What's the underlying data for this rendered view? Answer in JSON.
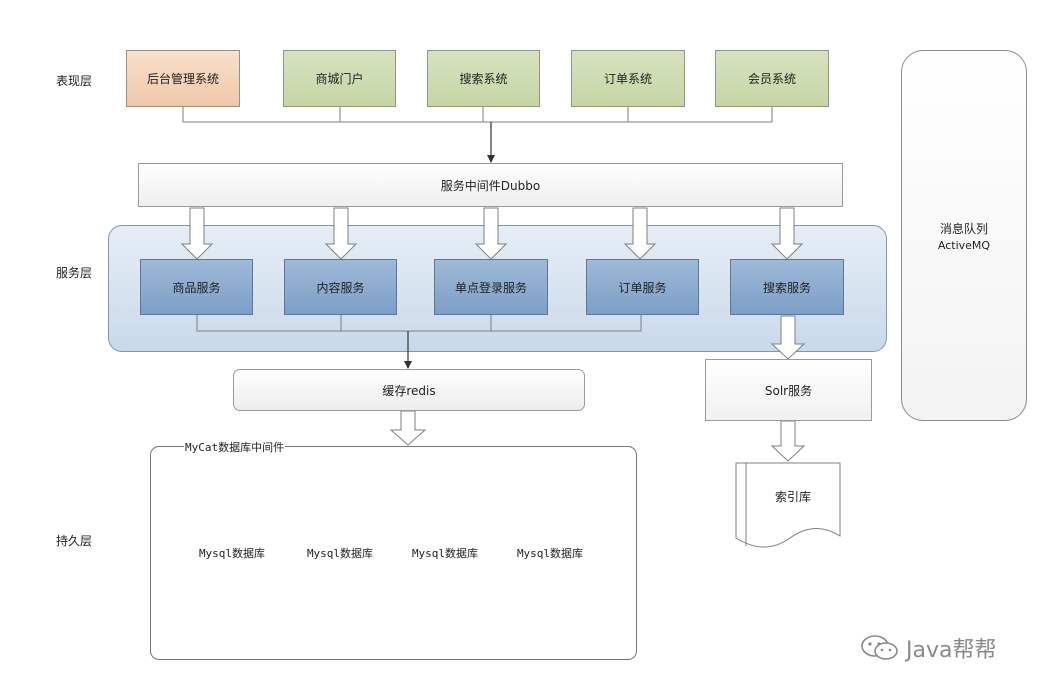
{
  "layers": {
    "presentation": "表现层",
    "service": "服务层",
    "persistence": "持久层"
  },
  "presentation_systems": [
    "后台管理系统",
    "商城门户",
    "搜索系统",
    "订单系统",
    "会员系统"
  ],
  "middleware": "服务中间件Dubbo",
  "services": [
    "商品服务",
    "内容服务",
    "单点登录服务",
    "订单服务",
    "搜索服务"
  ],
  "cache": "缓存redis",
  "solr": "Solr服务",
  "index_db": "索引库",
  "mq": {
    "line1": "消息队列",
    "line2": "ActiveMQ"
  },
  "mycat": {
    "label": "MyCat数据库中间件",
    "databases": [
      "Mysql数据库",
      "Mysql数据库",
      "Mysql数据库",
      "Mysql数据库"
    ]
  },
  "watermark": "Java帮帮",
  "colors": {
    "admin_fill": "#f3ccac",
    "system_fill": "#cddcb1",
    "service_fill": "#8eaed2",
    "service_region": "#d6e3f0"
  }
}
